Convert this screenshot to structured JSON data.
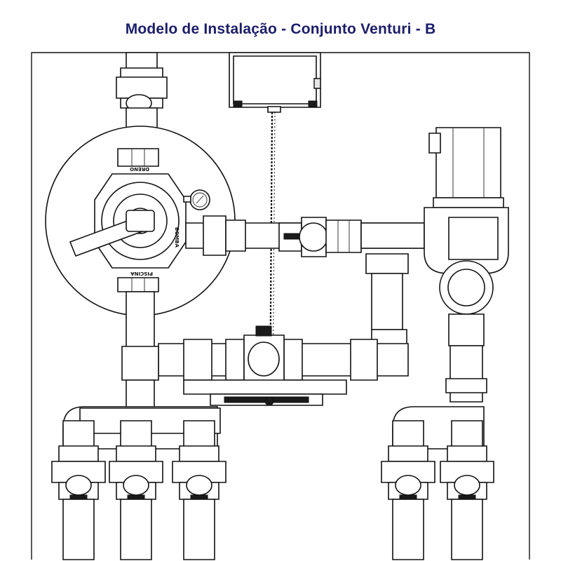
{
  "title": "Modelo de Instalação - Conjunto Venturi - B",
  "valve_labels": {
    "dreno": "DRENO",
    "bomba": "BOMBA",
    "piscina": "PISCINA"
  }
}
